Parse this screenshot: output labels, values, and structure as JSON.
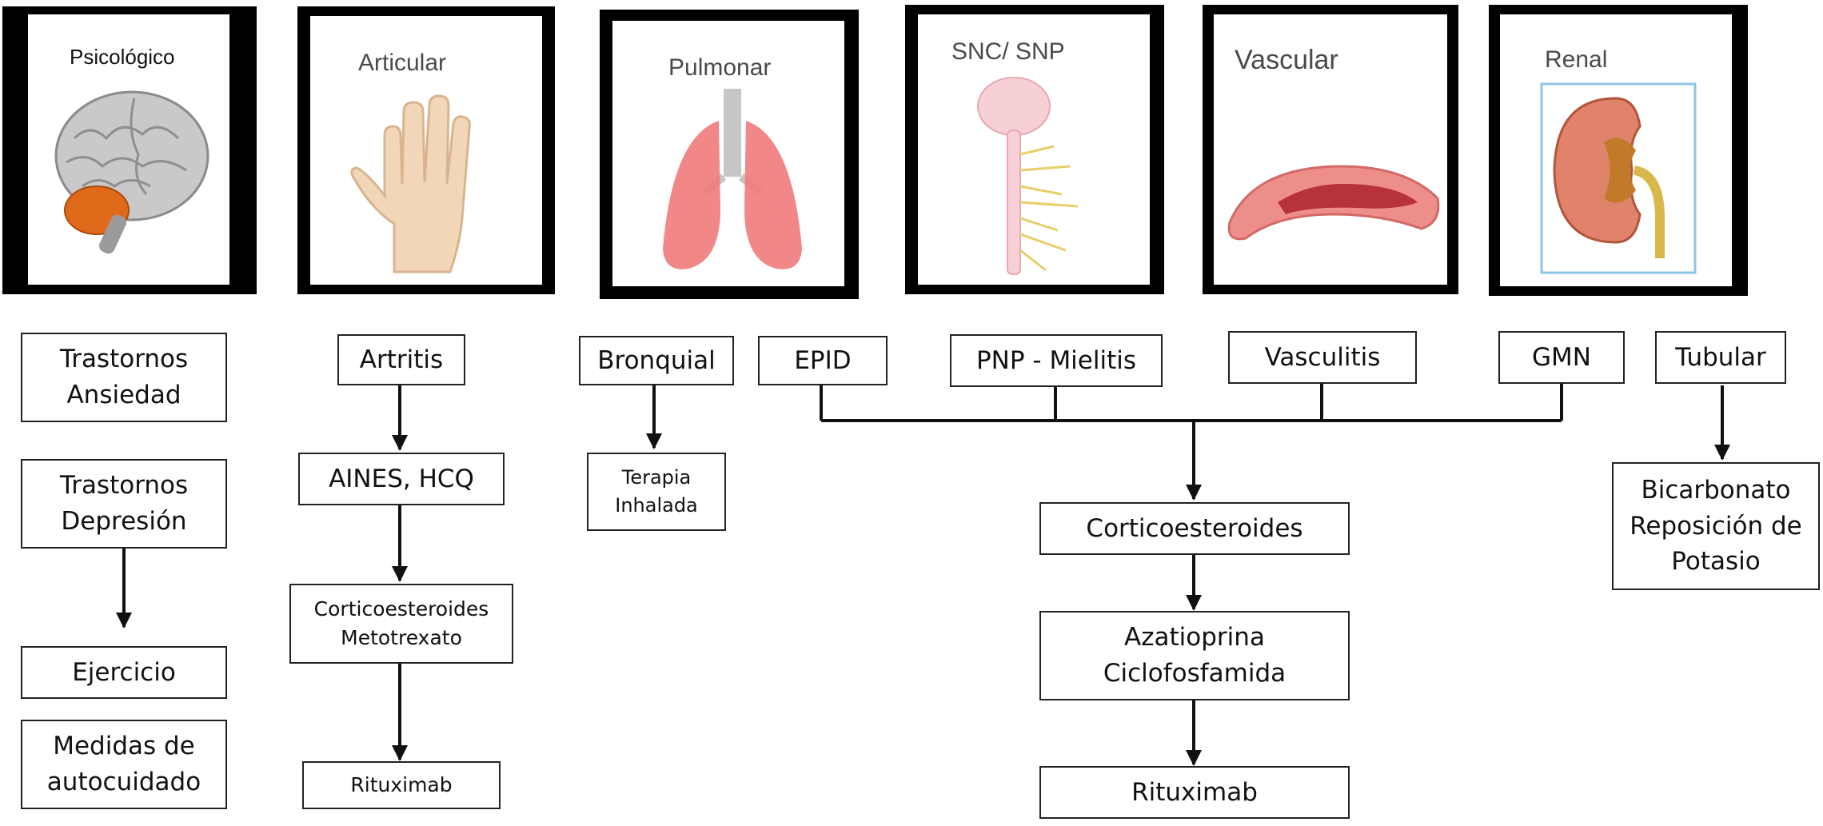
{
  "panels": {
    "psicologico": {
      "title": "Psicológico",
      "icon": "brain-icon"
    },
    "articular": {
      "title": "Articular",
      "icon": "hand-icon"
    },
    "pulmonar": {
      "title": "Pulmonar",
      "icon": "lungs-icon"
    },
    "snc": {
      "title": "SNC/ SNP",
      "icon": "nervous-system-icon"
    },
    "vascular": {
      "title": "Vascular",
      "icon": "blood-vessel-icon"
    },
    "renal": {
      "title": "Renal",
      "icon": "kidney-icon"
    }
  },
  "boxes": {
    "trastornos_ansiedad": "Trastornos\nAnsiedad",
    "trastornos_depresion": "Trastornos\nDepresión",
    "ejercicio": "Ejercicio",
    "autocuidado": "Medidas de\nautocuidado",
    "artritis": "Artritis",
    "aines_hcq": "AINES, HCQ",
    "cortico_metotrexato": "Corticoesteroides\nMetotrexato",
    "rituximab_articular": "Rituximab",
    "bronquial": "Bronquial",
    "terapia_inhalada": "Terapia\nInhalada",
    "epid": "EPID",
    "pnp_mielitis": "PNP - Mielitis",
    "vasculitis": "Vasculitis",
    "gmn": "GMN",
    "tubular": "Tubular",
    "corticoesteroides": "Corticoesteroides",
    "azatioprina_ciclofosfamida": "Azatioprina\nCiclofosfamida",
    "rituximab_sistemico": "Rituximab",
    "bicarbonato_potasio": "Bicarbonato\nReposición de\nPotasio"
  },
  "colors": {
    "line": "#111111",
    "brain": "#c9c9c9",
    "cerebellum": "#e06a1a",
    "skin": "#f1d7b8",
    "lung": "#ef7a7a",
    "trachea": "#c6c6c6",
    "nerve": "#f6d0d4",
    "nerve_branch": "#e8cf6a",
    "vessel_outer": "#ee8e8a",
    "vessel_inner": "#b8323a",
    "kidney": "#e1826a",
    "kidney_core": "#c07a2a",
    "ureter": "#d8b84a",
    "renal_frame": "#8fc6e8"
  }
}
